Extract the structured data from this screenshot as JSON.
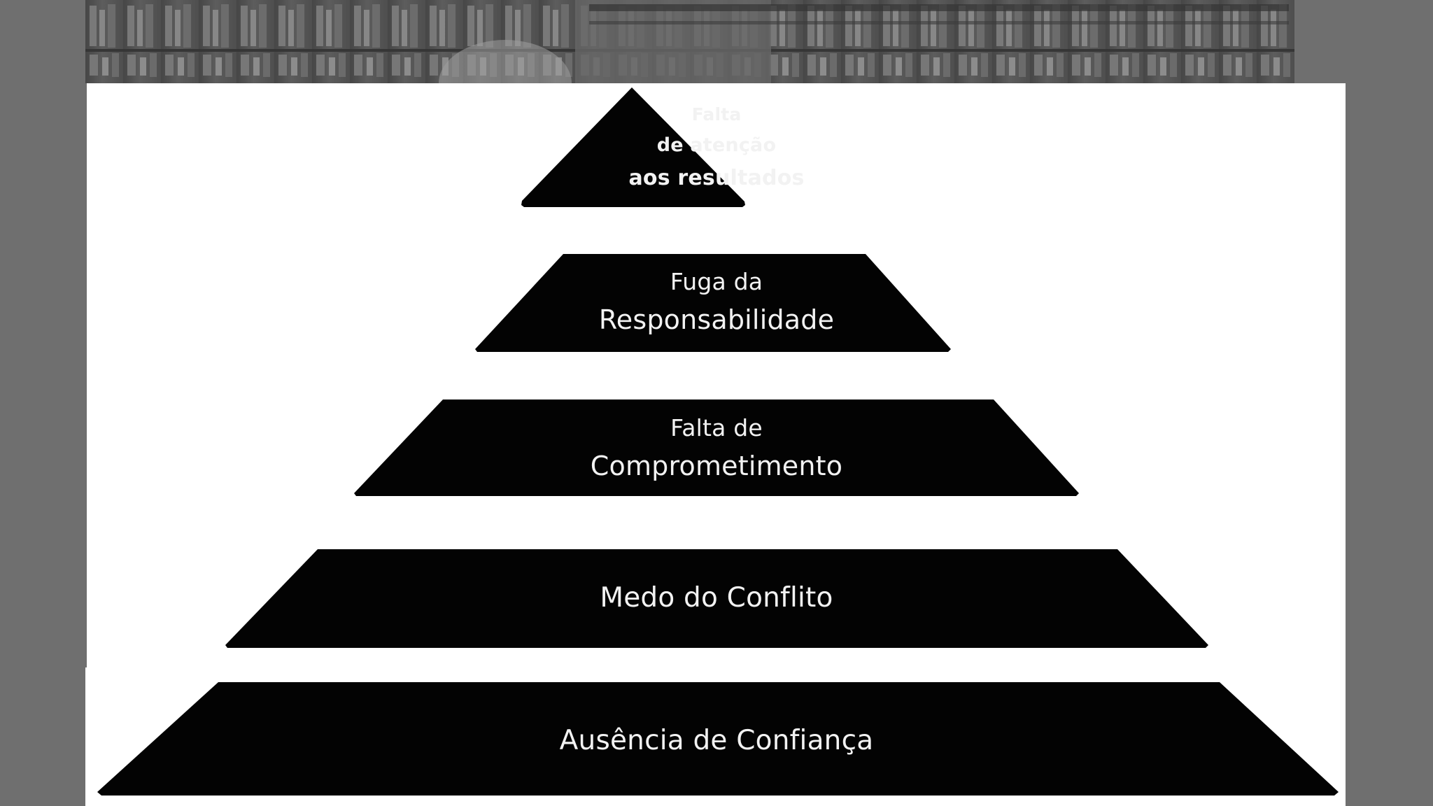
{
  "pyramid": {
    "tiers": [
      {
        "lines": [
          "Falta",
          "de atenção",
          "aos resultados"
        ]
      },
      {
        "lines": [
          "Fuga da",
          "Responsabilidade"
        ]
      },
      {
        "lines": [
          "Falta de",
          "Comprometimento"
        ]
      },
      {
        "lines": [
          "Medo do Conflito"
        ]
      },
      {
        "lines": [
          "Ausência de Confiança"
        ]
      }
    ],
    "fill_color": "#030303",
    "text_color": "#f2f2f2"
  },
  "colors": {
    "page_background": "#6f6f6f",
    "panel_background": "#ffffff"
  }
}
